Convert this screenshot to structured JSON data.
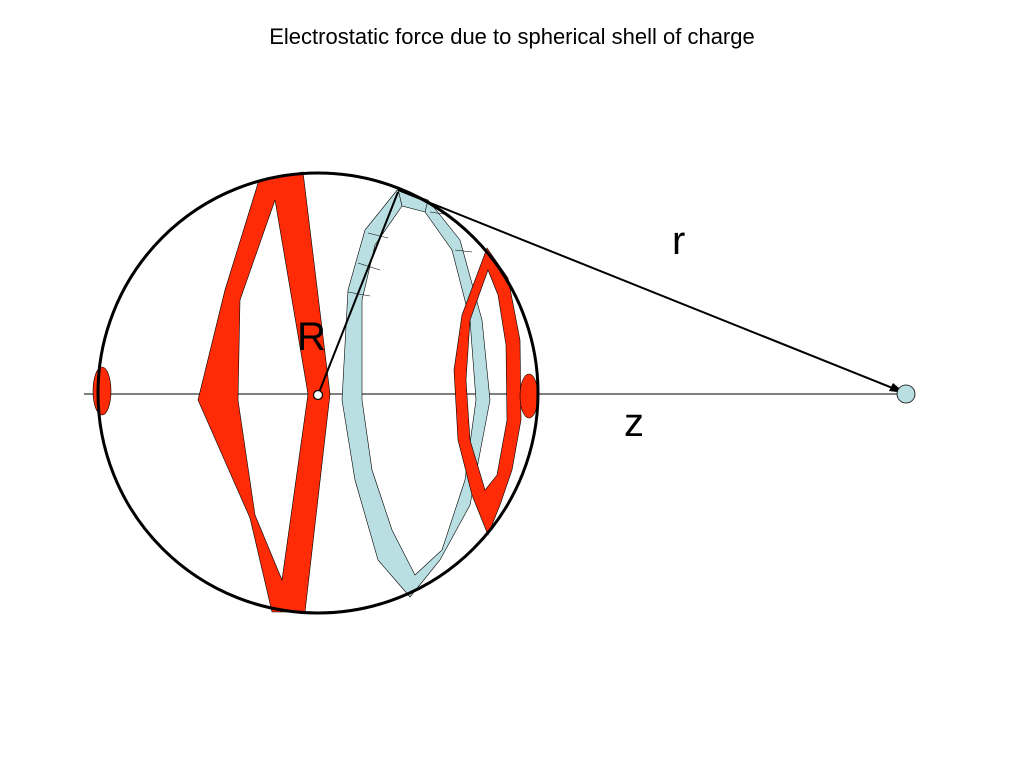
{
  "title": "Electrostatic force due to spherical shell of charge",
  "labels": {
    "radius": "R",
    "distance_r": "r",
    "distance_z": "z"
  },
  "colors": {
    "band_red": "#ff2a06",
    "band_blue": "#b9dfe3",
    "outline": "#000000",
    "background": "#ffffff"
  }
}
